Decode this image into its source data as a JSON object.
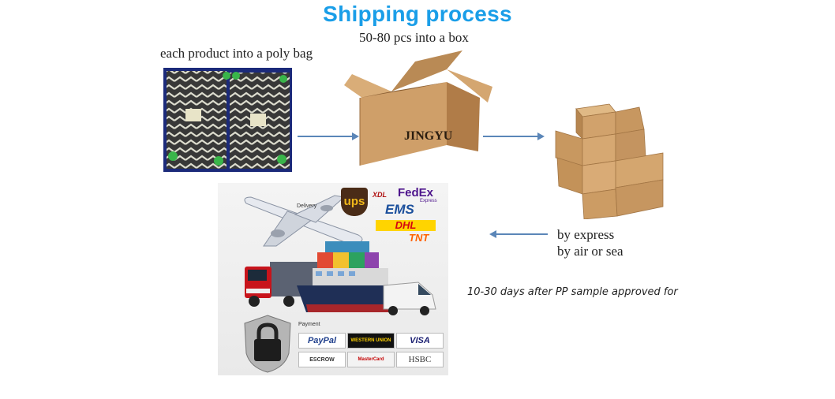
{
  "title": "Shipping process",
  "steps": {
    "poly_bag": "each product into a poly bag",
    "box": "50-80 pcs into a box",
    "box_brand": "JINGYU",
    "express_line1": "by express",
    "express_line2": "by air or sea",
    "lead_time": "10-30 days after PP sample approved for"
  },
  "collage": {
    "delivery_label": "Delivery",
    "payment_label": "Payment",
    "carriers": {
      "ups": "ups",
      "xdl": "XDL",
      "fedex": "FedEx",
      "fedex_sub": "Express",
      "ems": "EMS",
      "dhl": "DHL",
      "tnt": "TNT"
    },
    "payments": {
      "paypal": "PayPal",
      "western_union": "WESTERN UNION",
      "visa": "VISA",
      "escrow": "ESCROW",
      "mastercard": "MasterCard",
      "hsbc": "HSBC"
    }
  },
  "colors": {
    "title": "#1a9ee8",
    "arrow": "#5b86b8",
    "carton": "#c89a64",
    "bag_background": "#1b2a7a"
  },
  "icons": [
    "right-arrow-icon",
    "left-arrow-icon",
    "airplane-icon",
    "truck-icon",
    "cargo-ship-icon",
    "van-icon",
    "padlock-icon"
  ]
}
